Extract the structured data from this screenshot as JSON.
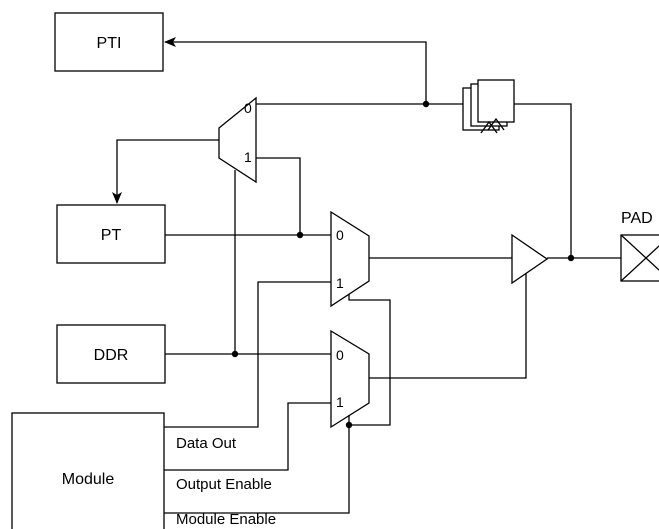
{
  "blocks": {
    "pti": "PTI",
    "pt": "PT",
    "ddr": "DDR",
    "module": "Module"
  },
  "pad_label": "PAD",
  "signals": {
    "data_out": "Data Out",
    "output_enable": "Output Enable",
    "module_enable": "Module Enable"
  },
  "mux_inputs": {
    "zero": "0",
    "one": "1"
  }
}
